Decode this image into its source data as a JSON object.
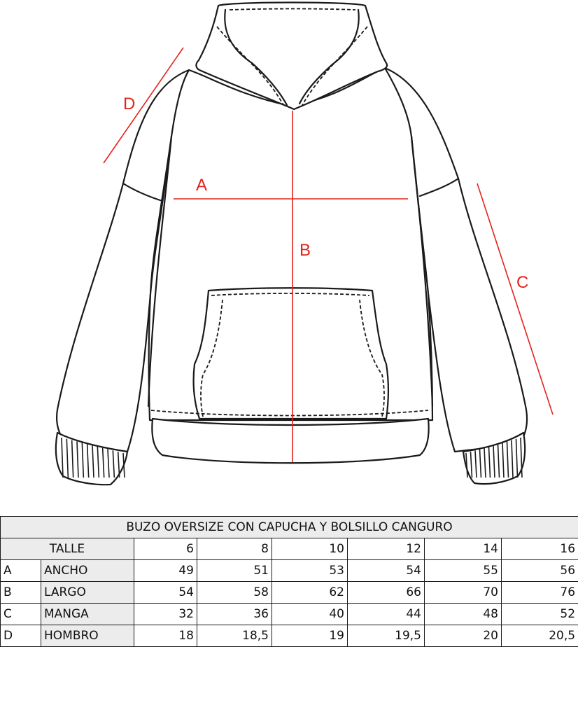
{
  "diagram": {
    "labels": {
      "a": "A",
      "b": "B",
      "c": "C",
      "d": "D"
    },
    "colors": {
      "measure": "#e3231b",
      "outline": "#1a1a1a",
      "table_header_fill": "#ececec"
    }
  },
  "table": {
    "title": "BUZO OVERSIZE CON CAPUCHA Y BOLSILLO CANGURO",
    "size_header": "TALLE",
    "sizes": [
      "6",
      "8",
      "10",
      "12",
      "14",
      "16"
    ],
    "rows": [
      {
        "letter": "A",
        "measure": "ANCHO",
        "values": [
          "49",
          "51",
          "53",
          "54",
          "55",
          "56"
        ]
      },
      {
        "letter": "B",
        "measure": "LARGO",
        "values": [
          "54",
          "58",
          "62",
          "66",
          "70",
          "76"
        ]
      },
      {
        "letter": "C",
        "measure": "MANGA",
        "values": [
          "32",
          "36",
          "40",
          "44",
          "48",
          "52"
        ]
      },
      {
        "letter": "D",
        "measure": "HOMBRO",
        "values": [
          "18",
          "18,5",
          "19",
          "19,5",
          "20",
          "20,5"
        ]
      }
    ]
  }
}
